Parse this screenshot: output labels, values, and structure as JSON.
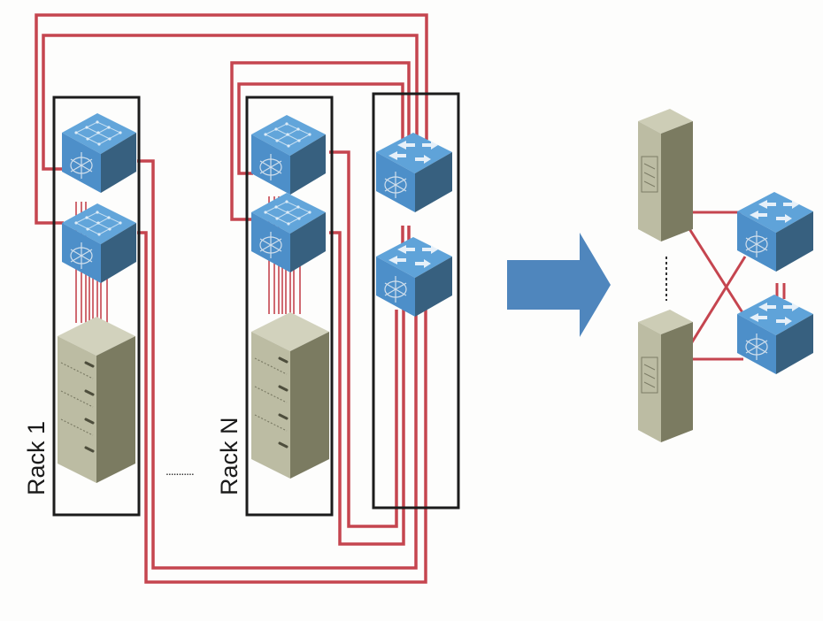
{
  "diagram": {
    "type": "network-topology",
    "left_panel": {
      "description": "Before: per-rack top-of-rack switches cabled to aggregation switch pair",
      "racks": [
        {
          "label": "Rack 1",
          "switches": 2,
          "servers": 1
        },
        {
          "label": "Rack N",
          "switches": 2,
          "servers": 1
        }
      ],
      "ellipsis": "...........",
      "aggregation_switches": 2
    },
    "transition_arrow": {
      "direction": "right",
      "color": "#4f86bd"
    },
    "right_panel": {
      "description": "After: servers connected directly to switch pair in a full mesh",
      "servers": 2,
      "switches": 2,
      "ellipsis": "vertical dotted"
    },
    "colors": {
      "cable": "#c0323d",
      "rack_outline": "#1c1c1c",
      "switch_top": "#5b9fd6",
      "switch_front": "#4d8fc9",
      "switch_side": "#365e80",
      "server_top": "#d2d2bd",
      "server_front": "#bcbca3",
      "server_side": "#7c7c62"
    }
  }
}
